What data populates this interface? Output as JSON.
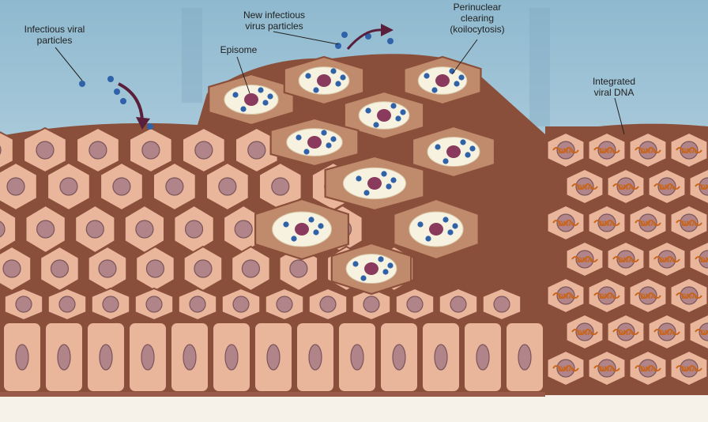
{
  "labels": {
    "infectious": "Infectious viral\nparticles",
    "new_particles": "New infectious\nvirus particles",
    "perinuclear": "Perinuclear\nclearing\n(koilocytosis)",
    "episome": "Episome",
    "integrated": "Integrated\nviral DNA",
    "dna_tag": "DNA"
  },
  "colors": {
    "sky_top": "#8fb9cf",
    "sky_bottom": "#d9e9ef",
    "cell_fill": "#e9b59b",
    "cell_border": "#8a4f3a",
    "nucleus": "#b08488",
    "koilocyte_fill": "#c08a6c",
    "clearing": "#f7f1df",
    "virus": "#2f62a8",
    "episome": "#8a3a5c",
    "dna_strand": "#c8641c",
    "arrow": "#5a1f3a",
    "base_membrane": "#9a5a4a"
  }
}
